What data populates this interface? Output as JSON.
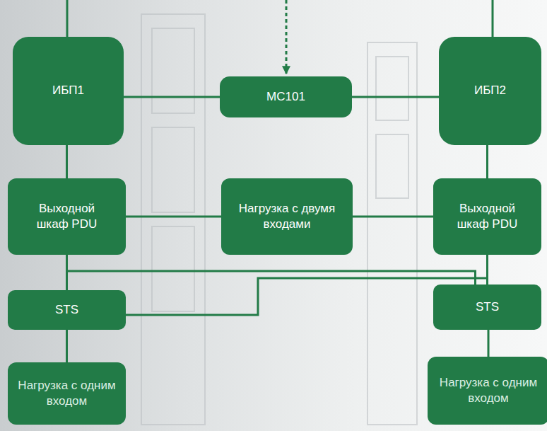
{
  "diagram": {
    "nodes": [
      {
        "text": [
          "ИБП1"
        ]
      },
      {
        "text": [
          "МС101"
        ]
      },
      {
        "text": [
          "ИБП2"
        ]
      },
      {
        "text": [
          "Выходной шкаф PDU"
        ]
      },
      {
        "text": [
          "Нагрузка с двумя входами"
        ]
      },
      {
        "text": [
          "Выходной шкаф PDU"
        ]
      },
      {
        "text": [
          "STS"
        ]
      },
      {
        "text": [
          "STS"
        ]
      },
      {
        "text": [
          "Нагрузка с одним входом"
        ]
      },
      {
        "text": [
          "Нагрузка с одним входом"
        ]
      }
    ],
    "edges": [
      {
        "from": 0,
        "to": 1,
        "arrow": "none"
      },
      {
        "from": 1,
        "to": 2,
        "arrow": "none"
      },
      {
        "from": 0,
        "to": 3,
        "arrow": "none"
      },
      {
        "from": 2,
        "to": 5,
        "arrow": "none"
      },
      {
        "from": 3,
        "to": 4,
        "arrow": "none"
      },
      {
        "from": 4,
        "to": 5,
        "arrow": "none"
      },
      {
        "from": 3,
        "to": 6,
        "arrow": "none"
      },
      {
        "from": 3,
        "to": 7,
        "arrow": "none"
      },
      {
        "from": 5,
        "to": 6,
        "arrow": "none"
      },
      {
        "from": 5,
        "to": 7,
        "arrow": "none"
      },
      {
        "from": 6,
        "to": 8,
        "arrow": "none"
      },
      {
        "from": 7,
        "to": 9,
        "arrow": "none"
      }
    ]
  }
}
